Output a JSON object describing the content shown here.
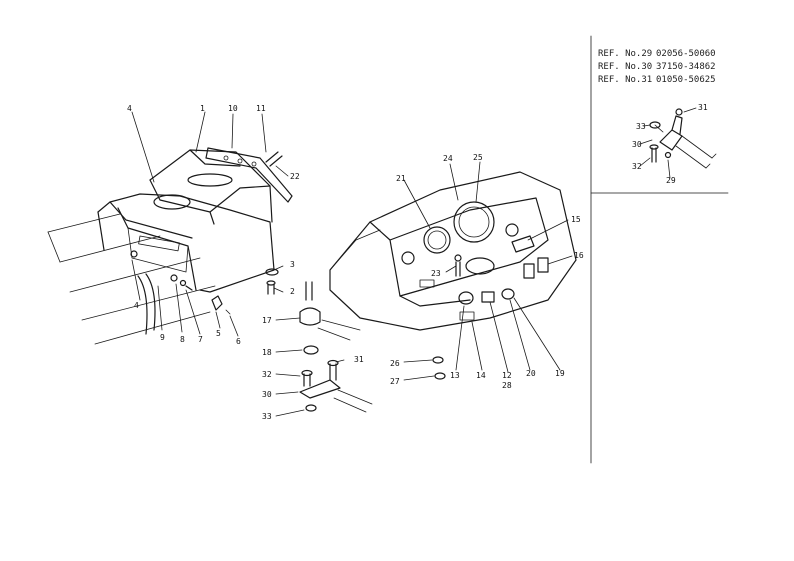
{
  "references": [
    {
      "label": "REF. No.29",
      "part": "02056-50060"
    },
    {
      "label": "REF. No.30",
      "part": "37150-34862"
    },
    {
      "label": "REF. No.31",
      "part": "01050-50625"
    }
  ],
  "callouts": {
    "c1": "1",
    "c2": "2",
    "c3": "3",
    "c4a": "4",
    "c4b": "4",
    "c5": "5",
    "c6": "6",
    "c7": "7",
    "c8": "8",
    "c9": "9",
    "c10": "10",
    "c11": "11",
    "c12": "12",
    "c13": "13",
    "c14": "14",
    "c15": "15",
    "c16": "16",
    "c17": "17",
    "c18": "18",
    "c19": "19",
    "c20": "20",
    "c21": "21",
    "c22": "22",
    "c23": "23",
    "c24": "24",
    "c25": "25",
    "c26": "26",
    "c27": "27",
    "c28": "28",
    "c30": "30",
    "c31": "31",
    "c32": "32",
    "c33": "33",
    "d29": "29",
    "d30": "30",
    "d31": "31",
    "d32": "32",
    "d33": "33"
  }
}
